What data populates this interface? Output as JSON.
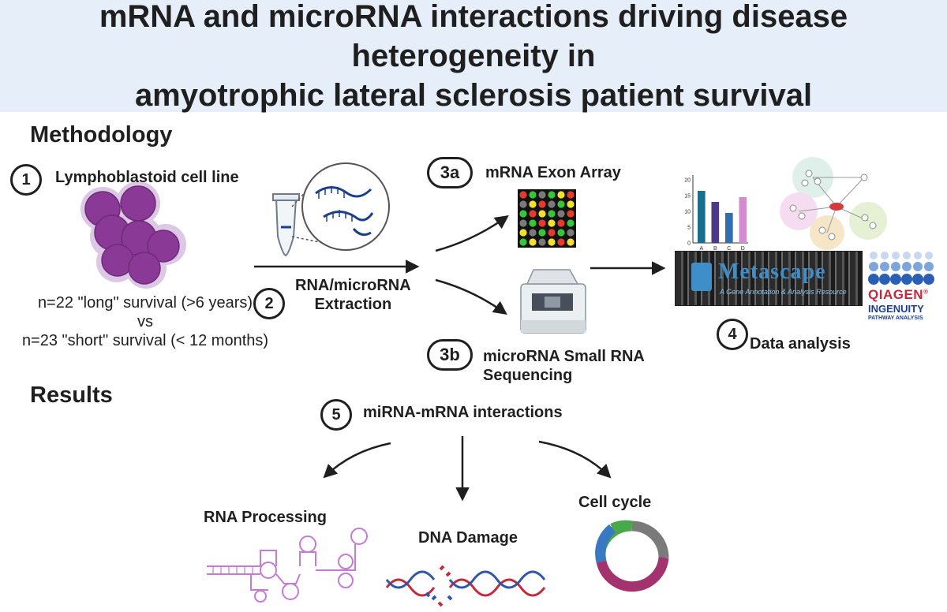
{
  "title_line1": "mRNA and microRNA interactions driving disease heterogeneity in",
  "title_line2": "amyotrophic lateral sclerosis patient survival",
  "methodology": {
    "heading": "Methodology",
    "step1": {
      "number": "1",
      "label": "Lymphoblastoid cell line"
    },
    "cohort": {
      "long": "n=22 \"long\" survival (>6 years)",
      "vs": "vs",
      "short": "n=23 \"short\" survival (< 12 months)"
    },
    "step2": {
      "number": "2",
      "label_line1": "RNA/microRNA",
      "label_line2": "Extraction"
    },
    "step3a": {
      "number": "3a",
      "label": "mRNA Exon Array"
    },
    "step3b": {
      "number": "3b",
      "label_line1": "microRNA Small RNA",
      "label_line2": "Sequencing"
    },
    "step4": {
      "number": "4",
      "label": "Data analysis"
    },
    "bar_chart": {
      "type": "bar",
      "categories": [
        "A",
        "B",
        "C",
        "D"
      ],
      "values": [
        16.5,
        13,
        9.5,
        14.5
      ],
      "ylim": [
        0,
        20
      ],
      "yticks": [
        "20",
        "15",
        "10",
        "5",
        "0"
      ],
      "colors": [
        "#1b6f8e",
        "#4c3a86",
        "#2f6fb0",
        "#d68ad0"
      ]
    },
    "metascape": {
      "name": "Metascape",
      "tagline": "A Gene Annotation & Analysis Resource"
    },
    "qiagen": {
      "brand": "QIAGEN",
      "product": "INGENUITY",
      "sub": "PATHWAY ANALYSIS",
      "reg": "®"
    }
  },
  "results": {
    "heading": "Results",
    "step5": {
      "number": "5",
      "label": "miRNA-mRNA interactions"
    },
    "outcomes": {
      "rna": "RNA Processing",
      "dna": "DNA Damage",
      "cell": "Cell cycle"
    }
  },
  "colors": {
    "cell_purple": "#8a3a96",
    "header_bg": "#e6eff9",
    "dna_red": "#c7283a",
    "dna_blue": "#2f56a8",
    "rna_magenta": "#c57ad6"
  }
}
